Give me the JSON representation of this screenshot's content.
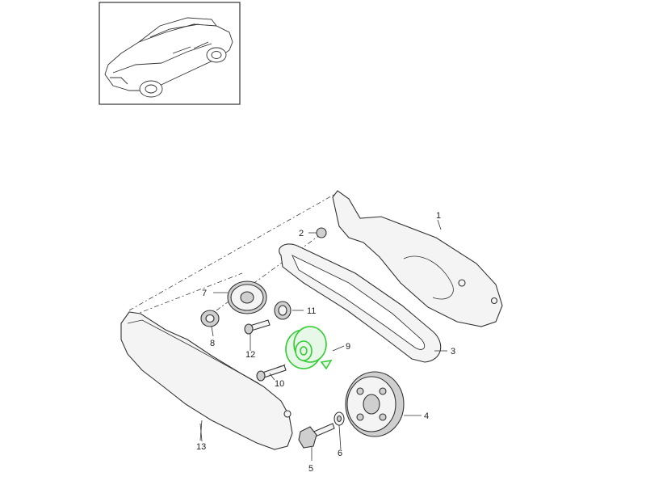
{
  "highlight_color": "#33cc33",
  "callouts": [
    {
      "id": "1",
      "label": "1"
    },
    {
      "id": "2",
      "label": "2"
    },
    {
      "id": "3",
      "label": "3"
    },
    {
      "id": "4",
      "label": "4"
    },
    {
      "id": "5",
      "label": "5"
    },
    {
      "id": "6",
      "label": "6"
    },
    {
      "id": "7",
      "label": "7"
    },
    {
      "id": "8",
      "label": "8"
    },
    {
      "id": "9",
      "label": "9"
    },
    {
      "id": "10",
      "label": "10"
    },
    {
      "id": "11",
      "label": "11"
    },
    {
      "id": "12",
      "label": "12"
    },
    {
      "id": "13",
      "label": "13"
    }
  ],
  "highlighted_part": "9"
}
